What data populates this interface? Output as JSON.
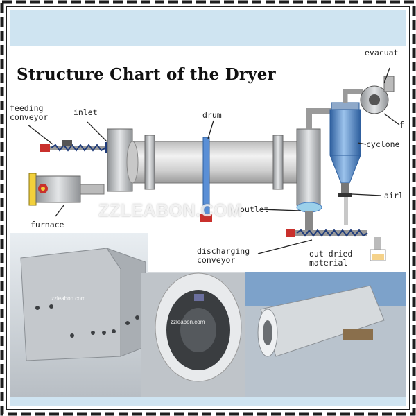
{
  "title": "Structure Chart of the Dryer",
  "labels": {
    "feeding_conveyor": [
      "feeding",
      "conveyor"
    ],
    "inlet": "inlet",
    "drum": "drum",
    "furnace": "furnace",
    "outlet": "outlet",
    "discharging_conveyor": [
      "discharging",
      "conveyor"
    ],
    "out_dried_material": [
      "out dried",
      "material"
    ],
    "cyclone": "cyclone",
    "airlock": "airl",
    "evacuator": "evacuat",
    "fan": "f"
  },
  "watermark": "ZZLEABON.COM",
  "photo_watermarks": [
    "zzleabon.com",
    "zzleabon.com"
  ],
  "colors": {
    "frame": "#1d1d1d",
    "panel": "#cfe4f1",
    "drum": "#d9d9d9",
    "cyclone": "#4a7fc1",
    "conveyor_red": "#c9302c",
    "furnace_yellow": "#f2d03b"
  }
}
